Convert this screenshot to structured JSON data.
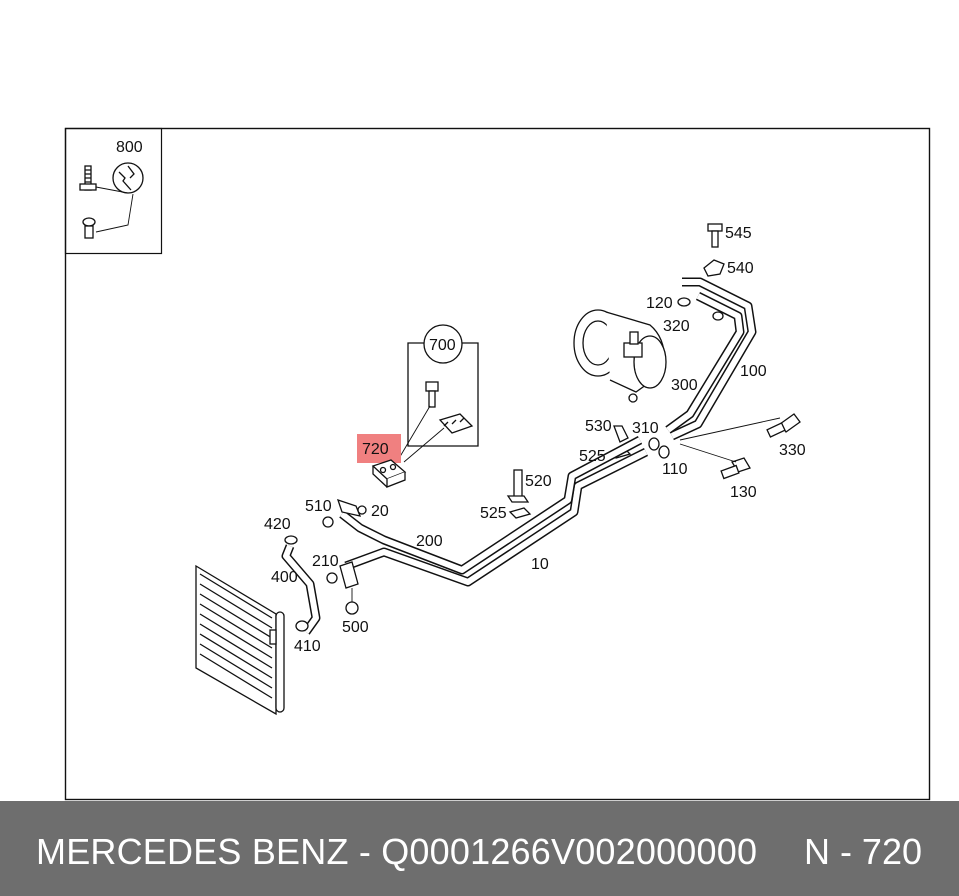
{
  "diagram": {
    "highlight_color": "#f08080",
    "highlighted_part": "720",
    "labels": {
      "p800": "800",
      "p700": "700",
      "p720": "720",
      "p545": "545",
      "p540": "540",
      "p120": "120",
      "p320": "320",
      "p300": "300",
      "p100": "100",
      "p530": "530",
      "p310": "310",
      "p525a": "525",
      "p110": "110",
      "p330": "330",
      "p130": "130",
      "p520": "520",
      "p525b": "525",
      "p510": "510",
      "p20": "20",
      "p420": "420",
      "p200": "200",
      "p210": "210",
      "p10": "10",
      "p400": "400",
      "p500": "500",
      "p410": "410"
    }
  },
  "footer": {
    "title": "MERCEDES BENZ - Q0001266V002000000",
    "page_ref": "N - 720",
    "background": "#6e6e6e"
  }
}
